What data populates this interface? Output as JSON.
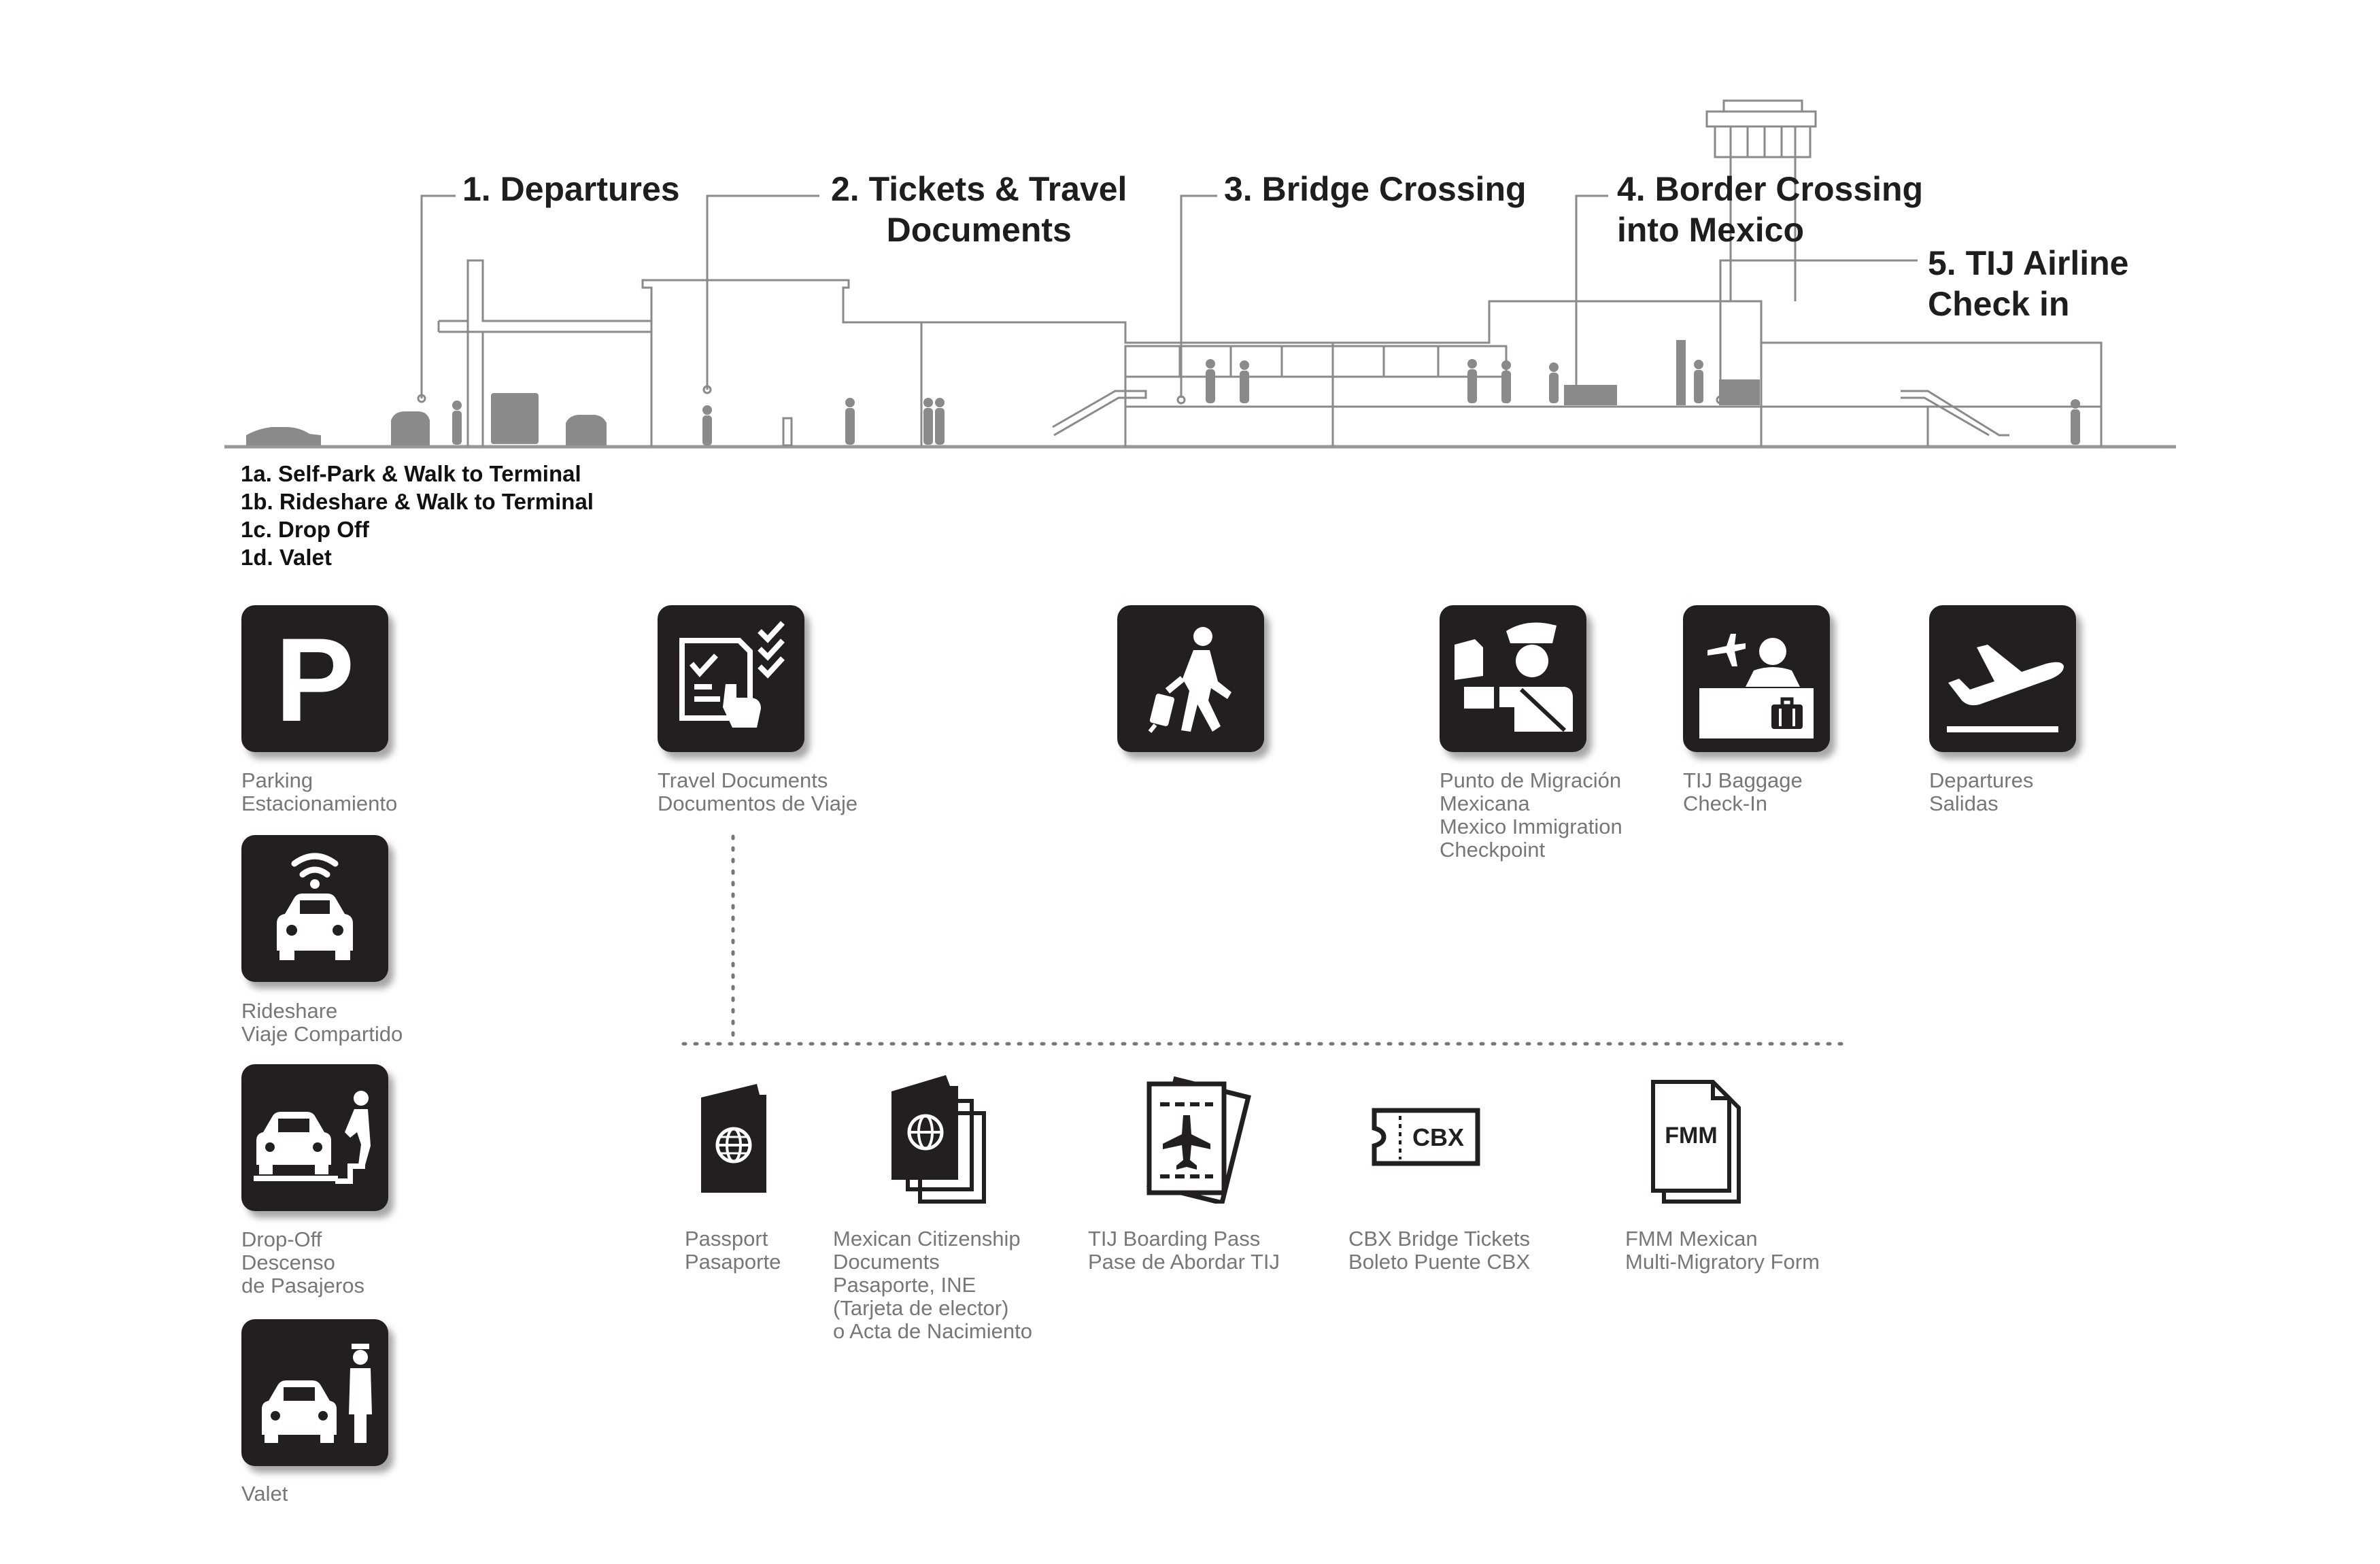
{
  "steps": [
    {
      "label": "1. Departures"
    },
    {
      "label": "2. Tickets & Travel\nDocuments"
    },
    {
      "label": "3. Bridge Crossing"
    },
    {
      "label": "4. Border Crossing\ninto Mexico"
    },
    {
      "label": "5. TIJ Airline\nCheck in"
    }
  ],
  "departure_options": [
    "1a. Self-Park & Walk to Terminal",
    "1b. Rideshare & Walk to Terminal",
    "1c. Drop Off",
    "1d. Valet"
  ],
  "icons": {
    "parking": {
      "lines": [
        "Parking",
        "Estacionamiento"
      ],
      "glyph": "P"
    },
    "rideshare": {
      "lines": [
        "Rideshare",
        "Viaje Compartido"
      ]
    },
    "dropoff": {
      "lines": [
        "Drop-Off",
        "Descenso",
        "de Pasajeros"
      ]
    },
    "valet": {
      "lines": [
        "Valet"
      ]
    },
    "travel_documents": {
      "lines": [
        "Travel Documents",
        "Documentos de Viaje"
      ]
    },
    "bridge": {
      "lines": []
    },
    "immigration": {
      "lines": [
        "Punto de Migración",
        "Mexicana",
        "Mexico Immigration",
        "Checkpoint"
      ]
    },
    "baggage": {
      "lines": [
        "TIJ Baggage",
        "Check-In"
      ]
    },
    "departures": {
      "lines": [
        "Departures",
        "Salidas"
      ]
    }
  },
  "documents": {
    "passport": {
      "lines": [
        "Passport",
        "Pasaporte"
      ]
    },
    "citizenship": {
      "lines": [
        "Mexican Citizenship",
        "Documents",
        "Pasaporte, INE",
        "(Tarjeta de elector)",
        "o Acta de Nacimiento"
      ]
    },
    "boarding": {
      "lines": [
        "TIJ Boarding Pass",
        "Pase de Abordar TIJ"
      ]
    },
    "cbx": {
      "lines": [
        "CBX Bridge Tickets",
        "Boleto Puente CBX"
      ],
      "ticket_text": "CBX"
    },
    "fmm": {
      "lines": [
        "FMM Mexican",
        "Multi-Migratory Form"
      ],
      "form_text": "FMM"
    }
  },
  "colors": {
    "tile": "#231f20",
    "line": "#8a8a8a",
    "caption": "#777777",
    "heading": "#1e1e1e"
  }
}
